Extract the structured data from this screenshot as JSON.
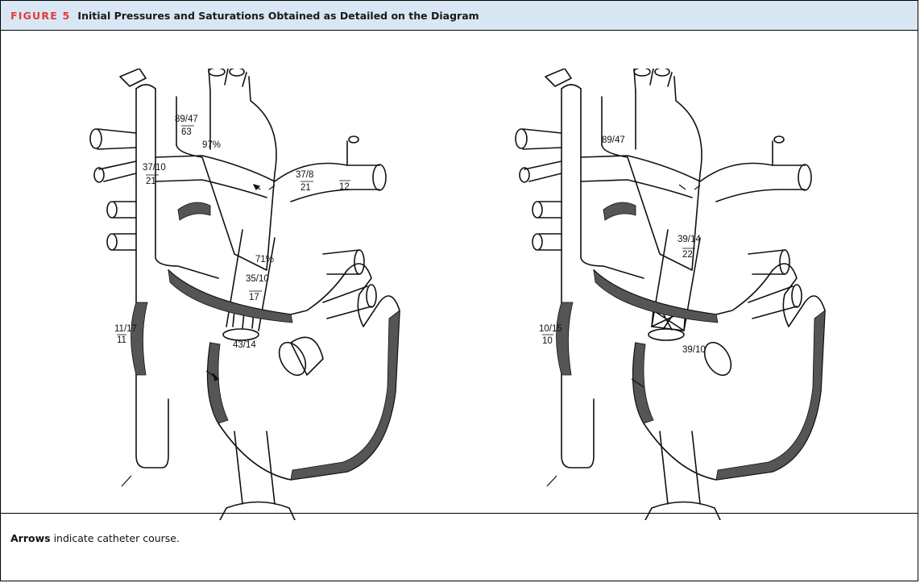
{
  "figure": {
    "label": "FIGURE 5",
    "title": "Initial Pressures and Saturations Obtained as Detailed on the Diagram"
  },
  "left_diagram": {
    "aorta_pressure": "89/47",
    "aorta_mean": "63",
    "aorta_sat": "97%",
    "rpa_pressure": "37/10",
    "rpa_mean": "21",
    "lpa_pressure": "37/8",
    "lpa_mean": "21",
    "lpa_distal": "12",
    "conduit_sat": "71%",
    "conduit_pressure": "35/10",
    "conduit_mean": "17",
    "ra_pressure": "11/17",
    "ra_mean": "11",
    "rv_pressure": "43/14"
  },
  "right_diagram": {
    "aorta_pressure": "89/47",
    "conduit_pressure": "39/14",
    "conduit_mean": "22",
    "ra_pressure": "10/15",
    "ra_mean": "10",
    "rv_pressure": "39/10"
  },
  "notes": {
    "bold": "Arrows",
    "text": " indicate catheter course."
  }
}
